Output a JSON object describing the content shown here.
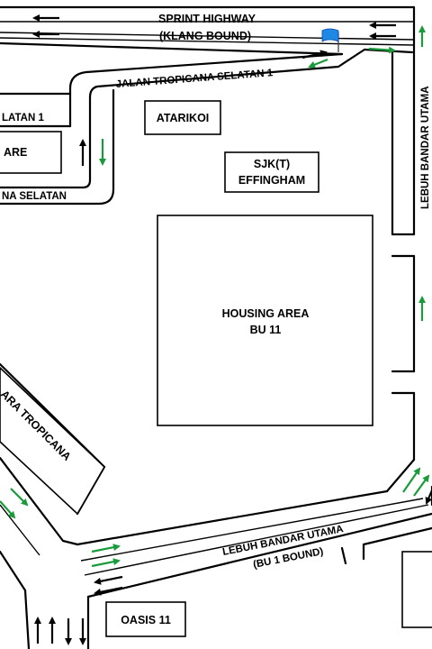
{
  "roads": {
    "sprint_highway": "SPRINT HIGHWAY",
    "sprint_highway_sub": "(KLANG BOUND)",
    "jalan_tropicana_selatan_1": "JALAN TROPICANA SELATAN 1",
    "selatan_1_partial": "LATAN 1",
    "tropicana_selatan_partial": "NA SELATAN",
    "lebuh_bandar_utama_east": "LEBUH BANDAR UTAMA",
    "ara_tropicana_partial": "ARA TROPICANA",
    "lebuh_bandar_utama_south": "LEBUH BANDAR UTAMA",
    "lebuh_bandar_utama_south_sub": "(BU 1 BOUND)"
  },
  "places": {
    "atarikoi": "ATARIKOI",
    "sjk_line1": "SJK(T)",
    "sjk_line2": "EFFINGHAM",
    "housing_line1": "HOUSING AREA",
    "housing_line2": "BU 11",
    "are_partial": "ARE",
    "oasis": "OASIS 11"
  },
  "colors": {
    "road_line": "#000000",
    "green_arrow": "#1a9a3a",
    "flag": "#1e88e5"
  },
  "icons": [
    "flag-icon",
    "arrow-icon"
  ]
}
